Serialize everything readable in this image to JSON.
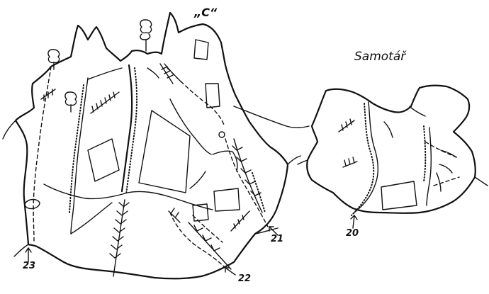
{
  "labels": {
    "area_title": "Samotář",
    "tower_tag": "„C“"
  },
  "routes": [
    "23",
    "22",
    "21",
    "20"
  ],
  "ink_color": "#111111",
  "paper_color": "#ffffff"
}
